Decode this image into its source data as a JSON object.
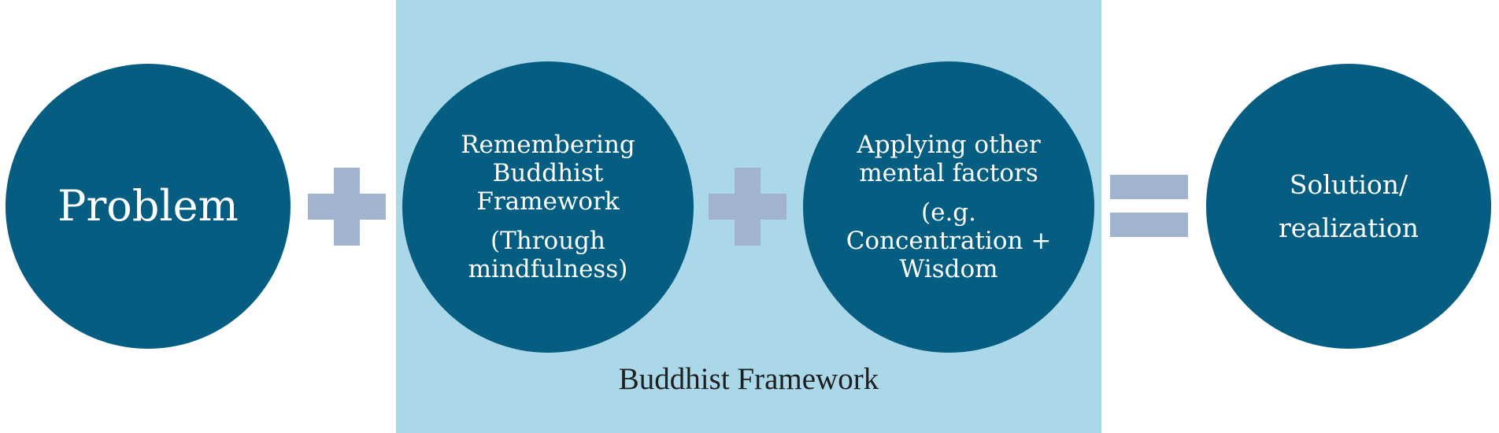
{
  "diagram": {
    "framework_box": {
      "label": "Buddhist Framework",
      "color": "#aad8e9"
    },
    "circle_color": "#055e82",
    "operator_color": "#a2b3d0",
    "nodes": [
      {
        "id": "problem",
        "lines": [
          "Problem"
        ]
      },
      {
        "id": "remembering",
        "lines": [
          "Remembering",
          "Buddhist",
          "Framework",
          "",
          "(Through",
          "mindfulness)"
        ]
      },
      {
        "id": "applying",
        "lines": [
          "Applying other",
          "mental factors",
          "",
          "(e.g.",
          "Concentration +",
          "Wisdom"
        ]
      },
      {
        "id": "solution",
        "lines": [
          "Solution/",
          "",
          "realization"
        ]
      }
    ],
    "operators": [
      "plus",
      "plus",
      "equals"
    ]
  }
}
